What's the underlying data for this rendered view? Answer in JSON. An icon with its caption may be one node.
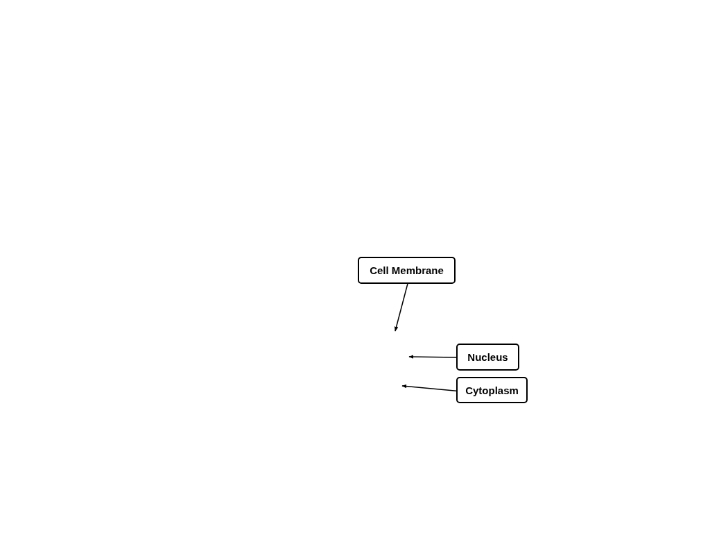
{
  "diagram": {
    "nodes": [
      {
        "text": [
          "Cell Membrane"
        ]
      },
      {
        "text": [
          "Nucleus"
        ]
      },
      {
        "text": [
          "Cytoplasm"
        ]
      }
    ],
    "edges": [
      {
        "from": 0,
        "to": null,
        "arrow": "to"
      },
      {
        "from": 1,
        "to": null,
        "arrow": "to"
      },
      {
        "from": 2,
        "to": null,
        "arrow": "to"
      }
    ]
  }
}
